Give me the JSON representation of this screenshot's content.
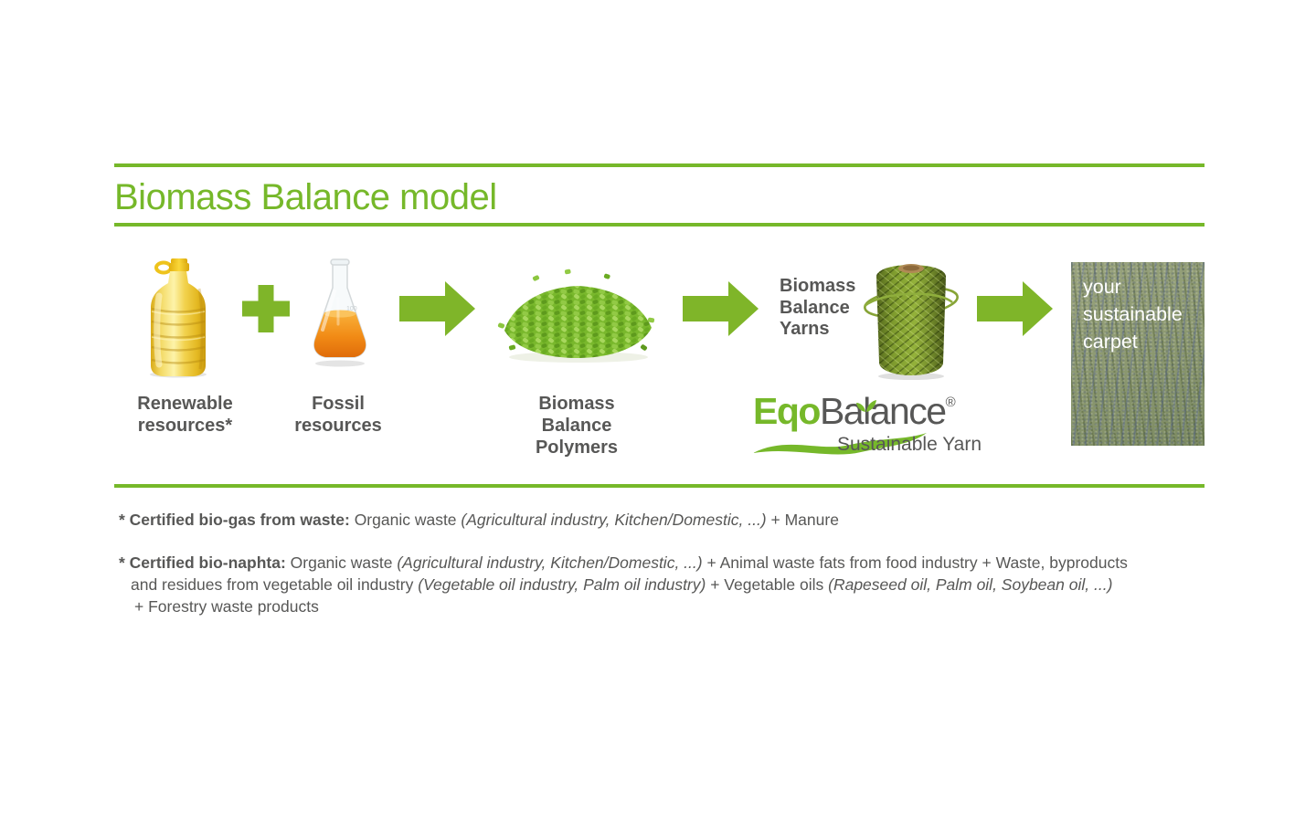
{
  "colors": {
    "accent_green": "#76b82a",
    "arrow_green": "#7fb529",
    "text_gray": "#575756",
    "liquid_orange": "#f18a15",
    "oil_yellow": "#f2d24e"
  },
  "header": {
    "title": "Biomass Balance model"
  },
  "icons": {
    "plus": "+",
    "arrow_right": "→"
  },
  "flow": {
    "renewable_label": {
      "line1": "Renewable",
      "line2": "resources*"
    },
    "fossil_label": {
      "line1": "Fossil",
      "line2": "resources"
    },
    "polymers_label": {
      "line1": "Biomass",
      "line2": "Balance",
      "line3": "Polymers"
    },
    "yarns_label": {
      "line1": "Biomass",
      "line2": "Balance",
      "line3": "Yarns"
    },
    "carpet_overlay": {
      "line1": "your",
      "line2": "sustainable",
      "line3": "carpet"
    }
  },
  "logo": {
    "eqo": "Eqo",
    "ba": "Ba",
    "l": "l",
    "ance": "ance",
    "registered": "®",
    "subtitle": "Sustainable Yarn"
  },
  "footnote_biogas": {
    "bold": "* Certified bio-gas from waste:",
    "normal1": " Organic waste ",
    "italic1": "(Agricultural industry, Kitchen/Domestic, ...)",
    "normal2": " + Manure"
  },
  "footnote_bionaphta": {
    "line1": {
      "bold": "* Certified bio-naphta:",
      "normal1": " Organic waste ",
      "italic1": "(Agricultural industry, Kitchen/Domestic, ...)",
      "normal2": " + Animal waste fats from food industry + Waste, byproducts"
    },
    "line2": {
      "normal1": "and residues from vegetable oil industry ",
      "italic1": "(Vegetable oil industry, Palm oil industry)",
      "normal2": " + Vegetable oils ",
      "italic2": "(Rapeseed oil, Palm oil, Soybean oil, ...)"
    },
    "line3": {
      "normal1": "+ Forestry waste products"
    }
  }
}
